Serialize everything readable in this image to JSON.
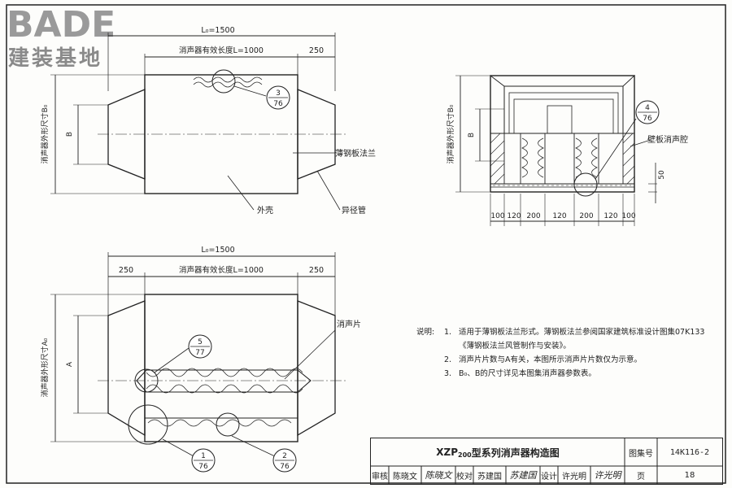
{
  "logo": {
    "brand": "BADE",
    "subtitle": "建装基地"
  },
  "top_view": {
    "total_length": "L₀=1500",
    "effective_length": "消声器有效长度L=1000",
    "end_length": "250",
    "outer_size_label": "消声器外形尺寸B₀",
    "inner_label": "B",
    "callout_num": "3",
    "callout_page": "76",
    "label_flange": "薄钢板法兰",
    "label_shell": "外壳",
    "label_reducer": "异径管"
  },
  "section_view": {
    "outer_size_label": "消声器外形尺寸B₀",
    "inner_label": "B",
    "callout_num": "4",
    "callout_page": "76",
    "label_cavity": "壁板消声腔",
    "dim_50": "50",
    "bottom_dims": [
      "100",
      "120",
      "200",
      "120",
      "200",
      "120",
      "100"
    ]
  },
  "front_view": {
    "total_length": "L₀=1500",
    "effective_length": "消声器有效长度L=1000",
    "end_left": "250",
    "end_right": "250",
    "outer_size_label": "消声器外形尺寸A₀",
    "inner_label": "A",
    "label_baffle": "消声片",
    "callouts": [
      {
        "num": "5",
        "page": "77"
      },
      {
        "num": "1",
        "page": "76"
      },
      {
        "num": "2",
        "page": "76"
      }
    ]
  },
  "notes": {
    "heading": "说明:",
    "items": [
      {
        "n": "1.",
        "text": "适用于薄钢板法兰形式。薄钢板法兰参阅国家建筑标准设计图集07K133《薄钢板法兰风管制作与安装》。"
      },
      {
        "n": "2.",
        "text": "消声片片数与A有关，本图所示消声片片数仅为示意。"
      },
      {
        "n": "3.",
        "text": "B₀、B的尺寸详见本图集消声器参数表。"
      }
    ]
  },
  "title_block": {
    "title_prefix": "XZP",
    "title_sub": "200",
    "title_suffix": "型系列消声器构造图",
    "atlas_label": "图集号",
    "atlas_no": "14K116-2",
    "review_label": "审核",
    "reviewer": "陈晓文",
    "reviewer_sig": "陈晓文",
    "check_label": "校对",
    "checker": "苏建国",
    "checker_sig": "苏建国",
    "design_label": "设计",
    "designer": "许光明",
    "designer_sig": "许光明",
    "page_label": "页",
    "page_no": "18"
  }
}
